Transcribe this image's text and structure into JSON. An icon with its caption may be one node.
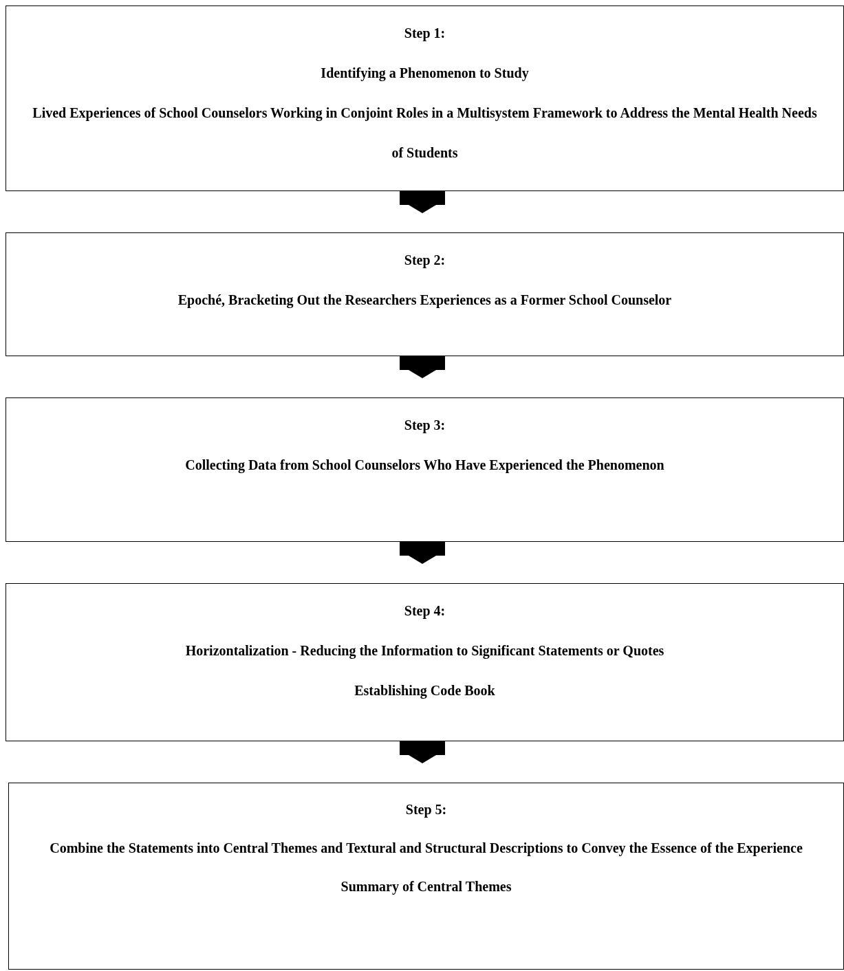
{
  "diagram": {
    "nodes": [
      {
        "text": [
          "Step 1:",
          "Identifying a Phenomenon to Study",
          "Lived Experiences of School Counselors Working in Conjoint Roles in a Multisystem Framework to Address the Mental Health Needs of Students"
        ]
      },
      {
        "text": [
          "Step 2:",
          "Epoché, Bracketing Out the Researchers Experiences as a Former School Counselor"
        ]
      },
      {
        "text": [
          "Step 3:",
          "Collecting Data from School Counselors Who Have Experienced the Phenomenon"
        ]
      },
      {
        "text": [
          "Step 4:",
          "Horizontalization - Reducing the Information to Significant Statements or Quotes",
          "Establishing Code Book"
        ]
      },
      {
        "text": [
          "Step 5:",
          "Combine the Statements into Central Themes and Textural and Structural Descriptions to Convey the Essence of the Experience",
          "Summary of Central Themes"
        ]
      }
    ],
    "edges": [
      {
        "from": 0,
        "to": 1,
        "arrow": "to"
      },
      {
        "from": 1,
        "to": 2,
        "arrow": "to"
      },
      {
        "from": 2,
        "to": 3,
        "arrow": "to"
      },
      {
        "from": 3,
        "to": 4,
        "arrow": "to"
      }
    ]
  }
}
